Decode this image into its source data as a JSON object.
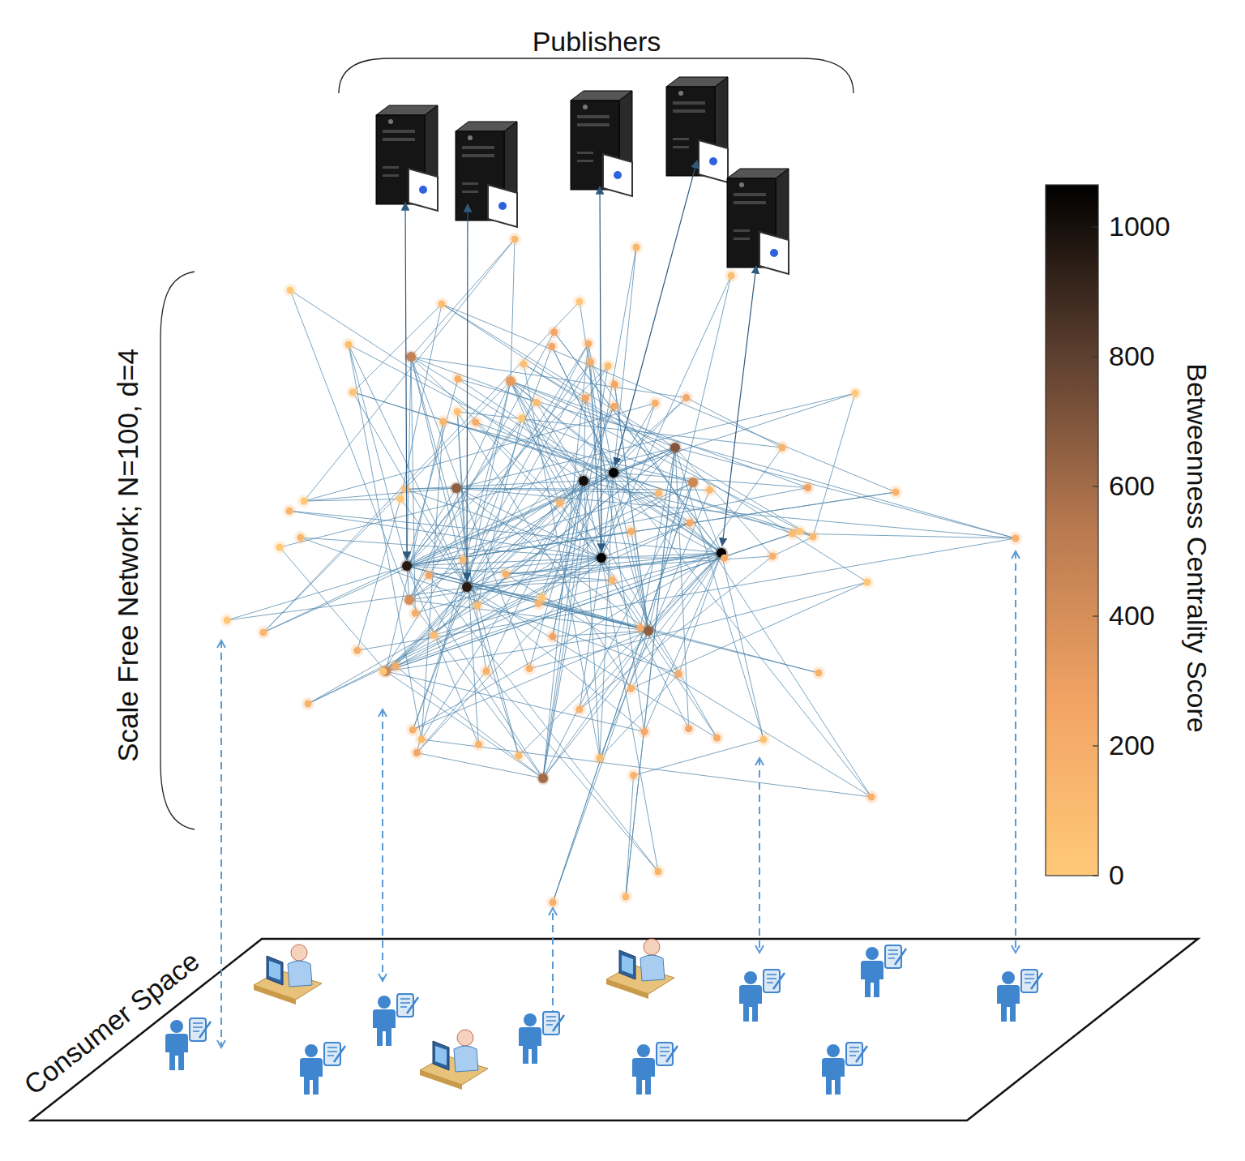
{
  "diagram": {
    "labels": [
      "Publishers",
      "Scale Free Network; N=100, d=4",
      "Consumer Space",
      "1000",
      "800",
      "600",
      "400",
      "200",
      "0",
      "Betweenness Centrality Score"
    ]
  }
}
